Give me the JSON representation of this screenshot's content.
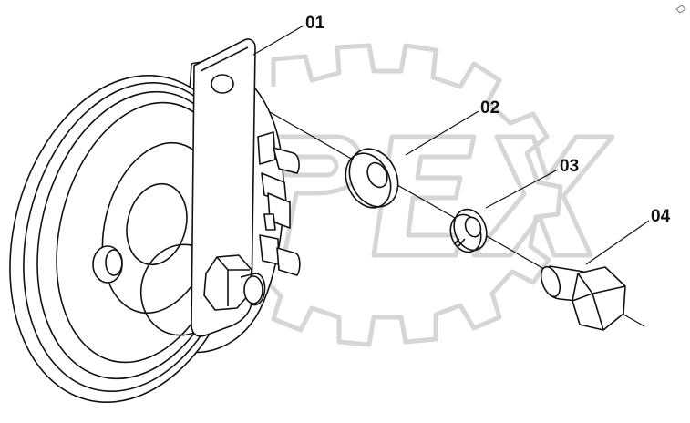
{
  "diagram": {
    "callouts": [
      {
        "id": "part-01",
        "label": "01"
      },
      {
        "id": "part-02",
        "label": "02"
      },
      {
        "id": "part-03",
        "label": "03"
      },
      {
        "id": "part-04",
        "label": "04"
      }
    ],
    "watermark": {
      "text": "OPEX",
      "color": "#d9d9d9"
    },
    "colors": {
      "line": "#111111",
      "background": "#ffffff"
    }
  }
}
